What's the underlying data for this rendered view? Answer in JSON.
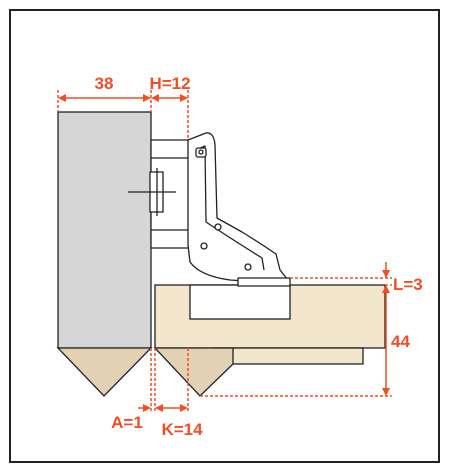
{
  "colors": {
    "dimension": "#f04e23",
    "cabinet": "#d6d6d6",
    "wood": "#f2e6cc",
    "bevel": "#e2d1b5",
    "outline": "#222222",
    "hinge": "#ffffff"
  },
  "dimensions": {
    "width_38": "38",
    "h": "H=12",
    "l": "L=3",
    "d44": "44",
    "a": "A=1",
    "k": "K=14"
  }
}
